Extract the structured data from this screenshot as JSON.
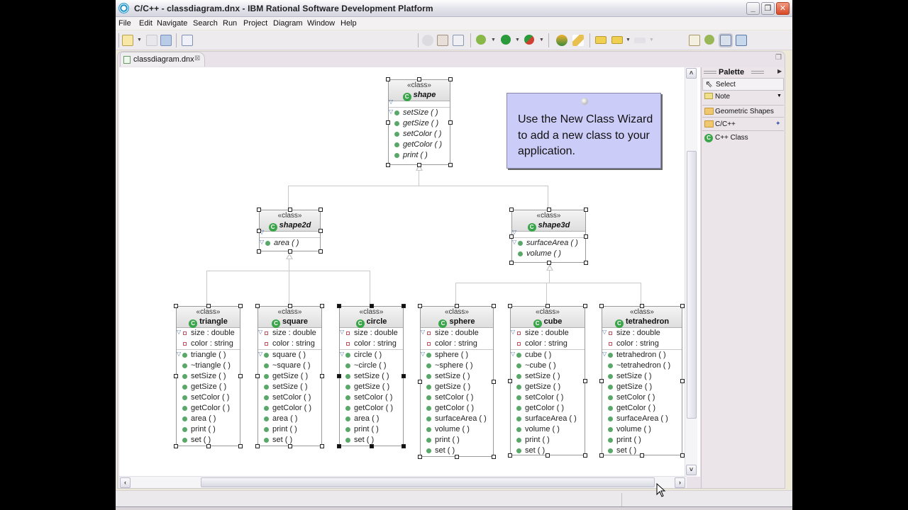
{
  "window": {
    "title": "C/C++ - classdiagram.dnx - IBM Rational Software Development Platform",
    "controls": {
      "minimize": "_",
      "maximize": "❐",
      "close": "✕"
    }
  },
  "menu": [
    "File",
    "Edit",
    "Navigate",
    "Search",
    "Run",
    "Project",
    "Diagram",
    "Window",
    "Help"
  ],
  "toolbar": {
    "icons": [
      "new-wizard-icon",
      "save-icon",
      "print-icon",
      "binary-icon",
      "refresh-icon",
      "new-class-icon",
      "new-file-icon",
      "debug-icon",
      "run-icon",
      "external-tools-icon",
      "open-type-icon",
      "search-icon",
      "back-icon",
      "previous-edit-icon",
      "forward-icon",
      "open-perspective-icon",
      "debug-perspective-icon",
      "cpp-perspective-icon",
      "modeling-perspective-icon"
    ]
  },
  "editor": {
    "tab_label": "classdiagram.dnx",
    "tab_close": "⊠",
    "restore": "❐"
  },
  "palette": {
    "title": "Palette",
    "items": [
      {
        "label": "Select",
        "icon": "arrow-cursor-icon"
      },
      {
        "label": "Note",
        "icon": "note-icon"
      }
    ],
    "drawers": [
      {
        "label": "Geometric Shapes",
        "icon": "folder-icon"
      },
      {
        "label": "C/C++",
        "icon": "folder-icon",
        "pinned": true
      }
    ],
    "tools": [
      {
        "label": "C++ Class",
        "icon": "class-c-icon"
      }
    ]
  },
  "note": {
    "text": "Use the New Class Wizard to add a new class to your application."
  },
  "diagram": {
    "stereotype": "«class»",
    "class_icon": "C",
    "classes": {
      "shape": {
        "name": "shape",
        "abstract": true,
        "attributes": [],
        "operations": [
          "setSize ( )",
          "getSize ( )",
          "setColor ( )",
          "getColor ( )",
          "print ( )"
        ]
      },
      "shape2d": {
        "name": "shape2d",
        "abstract": true,
        "attributes": [],
        "operations": [
          "area ( )"
        ]
      },
      "shape3d": {
        "name": "shape3d",
        "abstract": true,
        "attributes": [],
        "operations": [
          "surfaceArea ( )",
          "volume ( )"
        ]
      },
      "triangle": {
        "name": "triangle",
        "attributes": [
          "size : double",
          "color : string"
        ],
        "operations": [
          "triangle ( )",
          "~triangle ( )",
          "setSize ( )",
          "getSize ( )",
          "setColor ( )",
          "getColor ( )",
          "area ( )",
          "print ( )",
          "set ( )"
        ]
      },
      "square": {
        "name": "square",
        "attributes": [
          "size : double",
          "color : string"
        ],
        "operations": [
          "square ( )",
          "~square ( )",
          "getSize ( )",
          "setSize ( )",
          "setColor ( )",
          "getColor ( )",
          "area ( )",
          "print ( )",
          "set ( )"
        ]
      },
      "circle": {
        "name": "circle",
        "selected_primary": true,
        "attributes": [
          "size : double",
          "color : string"
        ],
        "operations": [
          "circle ( )",
          "~circle ( )",
          "setSize ( )",
          "getSize ( )",
          "setColor ( )",
          "getColor ( )",
          "area ( )",
          "print ( )",
          "set ( )"
        ]
      },
      "sphere": {
        "name": "sphere",
        "attributes": [
          "size : double",
          "color : string"
        ],
        "operations": [
          "sphere ( )",
          "~sphere ( )",
          "setSize ( )",
          "getSize ( )",
          "setColor ( )",
          "getColor ( )",
          "surfaceArea ( )",
          "volume ( )",
          "print ( )",
          "set ( )"
        ]
      },
      "cube": {
        "name": "cube",
        "attributes": [
          "size : double",
          "color : string"
        ],
        "operations": [
          "cube ( )",
          "~cube ( )",
          "setSize ( )",
          "getSize ( )",
          "setColor ( )",
          "getColor ( )",
          "surfaceArea ( )",
          "volume ( )",
          "print ( )",
          "set ( )"
        ]
      },
      "tetrahedron": {
        "name": "tetrahedron",
        "attributes": [
          "size : double",
          "color : string"
        ],
        "operations": [
          "tetrahedron ( )",
          "~tetrahedron ( )",
          "setSize ( )",
          "getSize ( )",
          "setColor ( )",
          "getColor ( )",
          "surfaceArea ( )",
          "volume ( )",
          "print ( )",
          "set ( )"
        ]
      }
    }
  },
  "scroll": {
    "up": "˄",
    "down": "˅",
    "left": "‹",
    "right": "›"
  },
  "colors": {
    "note_bg": "#ccccf8",
    "class_icon": "#3ba54a",
    "operation_dot": "#59a869",
    "attribute_marker": "#c05060"
  }
}
